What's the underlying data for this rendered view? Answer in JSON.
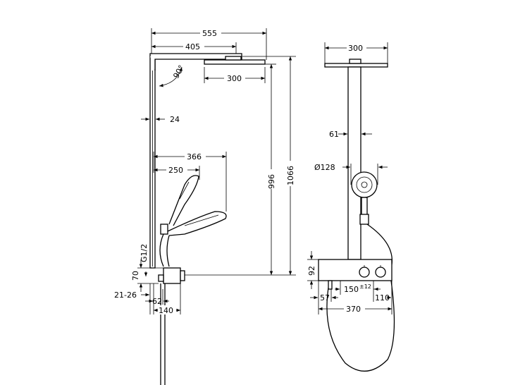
{
  "drawing": {
    "side_view": {
      "dims": {
        "overall_width": "555",
        "arm_length": "405",
        "head_width": "300",
        "angle": "90°",
        "riser_offset": "24",
        "hand_reach": "366",
        "hand_length": "250",
        "height_head": "996",
        "height_total": "1066",
        "connection": "G1/2",
        "mixer_height": "70",
        "wall_distance": "21-26",
        "mixer_offset": "62",
        "mixer_depth": "140"
      }
    },
    "front_view": {
      "dims": {
        "head_width": "300",
        "riser_width": "61",
        "hand_diameter": "Ø128",
        "mixer_height": "92",
        "connection_spacing": "150",
        "spacing_tolerance": "±12",
        "left_offset": "57",
        "right_offset": "110",
        "mixer_width": "370"
      }
    }
  }
}
